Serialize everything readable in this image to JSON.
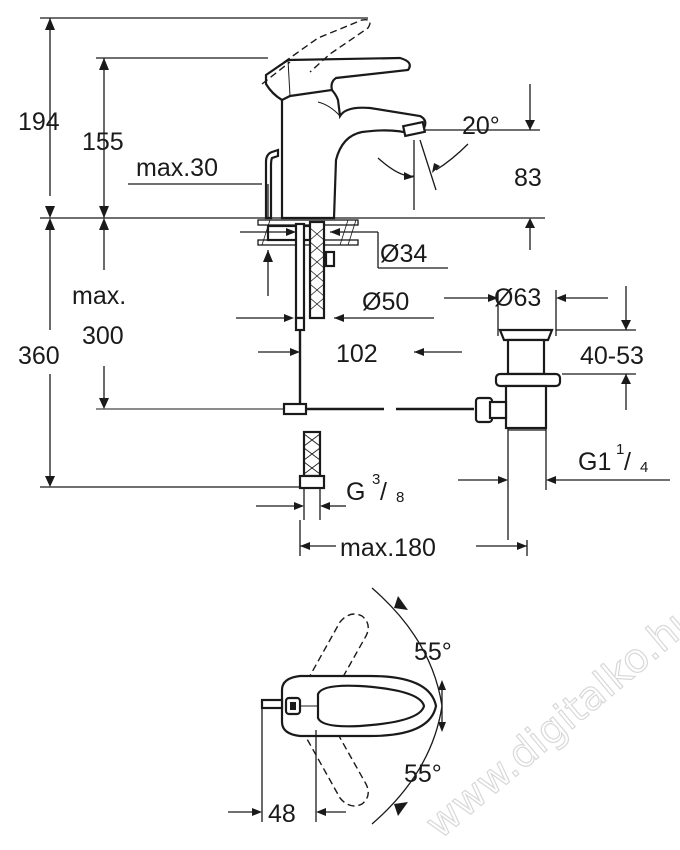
{
  "dimensions": {
    "total_height": "194",
    "handle_height": "155",
    "max_thickness": "max.30",
    "spout_angle": "20°",
    "spout_height": "83",
    "hole_diameter": "Ø34",
    "base_diameter": "Ø50",
    "waste_diameter": "Ø63",
    "max_depth_label": "max.",
    "max_depth_value": "300",
    "below_counter": "360",
    "spout_reach": "102",
    "waste_height": "40-53",
    "connection_thread": "G",
    "connection_sup": "3",
    "connection_sub": "8",
    "waste_thread": "G1",
    "waste_sup": "1",
    "waste_sub": "4",
    "max_width": "max.180",
    "rotation_left": "55°",
    "rotation_right": "55°",
    "handle_offset": "48"
  },
  "watermark": "www.digitalko.hu"
}
